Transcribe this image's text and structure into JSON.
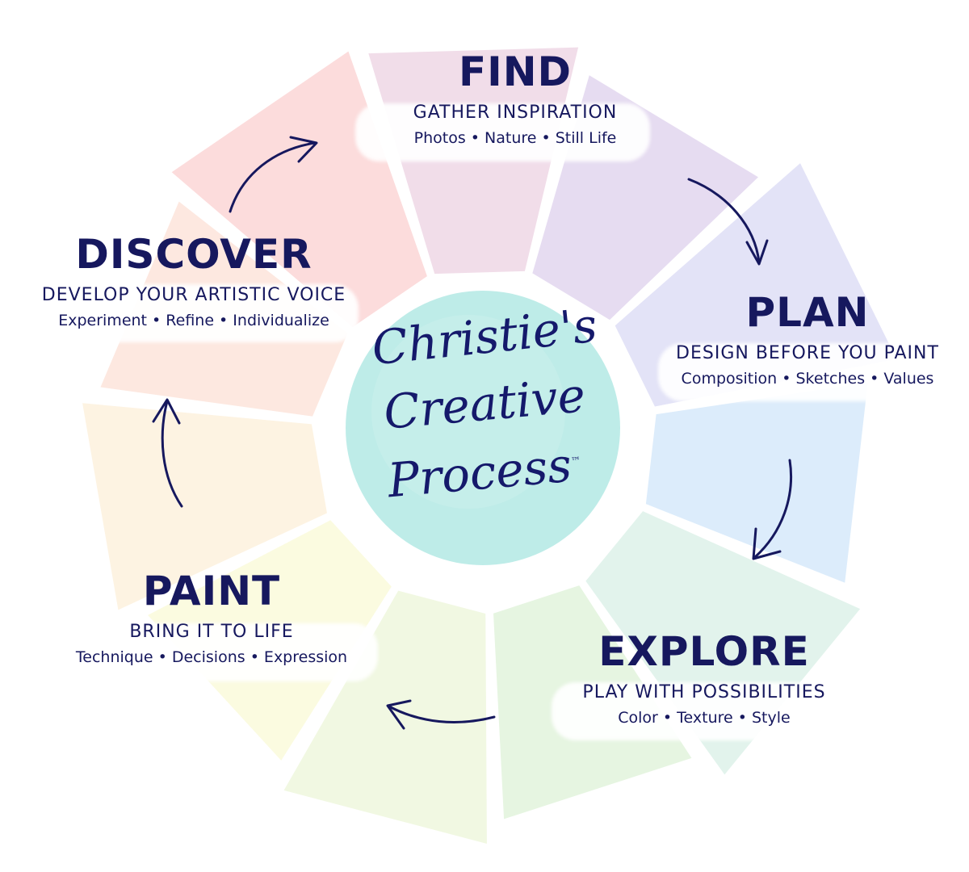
{
  "logo": {
    "line1": "Christie's",
    "line2": "Creative",
    "line3": "Process",
    "trademark": "™",
    "color": "#15196b",
    "blob_color": "#a8e6e0"
  },
  "stages": {
    "find": {
      "title": "FIND",
      "subtitle": "GATHER INSPIRATION",
      "details": "Photos • Nature • Still Life"
    },
    "plan": {
      "title": "PLAN",
      "subtitle": "DESIGN BEFORE YOU PAINT",
      "details": "Composition • Sketches • Values"
    },
    "explore": {
      "title": "EXPLORE",
      "subtitle": "PLAY WITH POSSIBILITIES",
      "details": "Color • Texture • Style"
    },
    "paint": {
      "title": "PAINT",
      "subtitle": "BRING IT TO LIFE",
      "details": "Technique • Decisions • Expression"
    },
    "discover": {
      "title": "DISCOVER",
      "subtitle": "DEVELOP YOUR ARTISTIC VOICE",
      "details": "Experiment • Refine • Individualize"
    }
  },
  "colors": {
    "text": "#16185e",
    "arrow": "#16185e",
    "wedges": [
      "#f1dde9",
      "#e6dcf1",
      "#e3e3f7",
      "#dcecfb",
      "#e2f3ec",
      "#e6f5e1",
      "#f1f8e2",
      "#fbfbe0",
      "#fdf3e2",
      "#fde8e0",
      "#fcdcdc"
    ]
  }
}
